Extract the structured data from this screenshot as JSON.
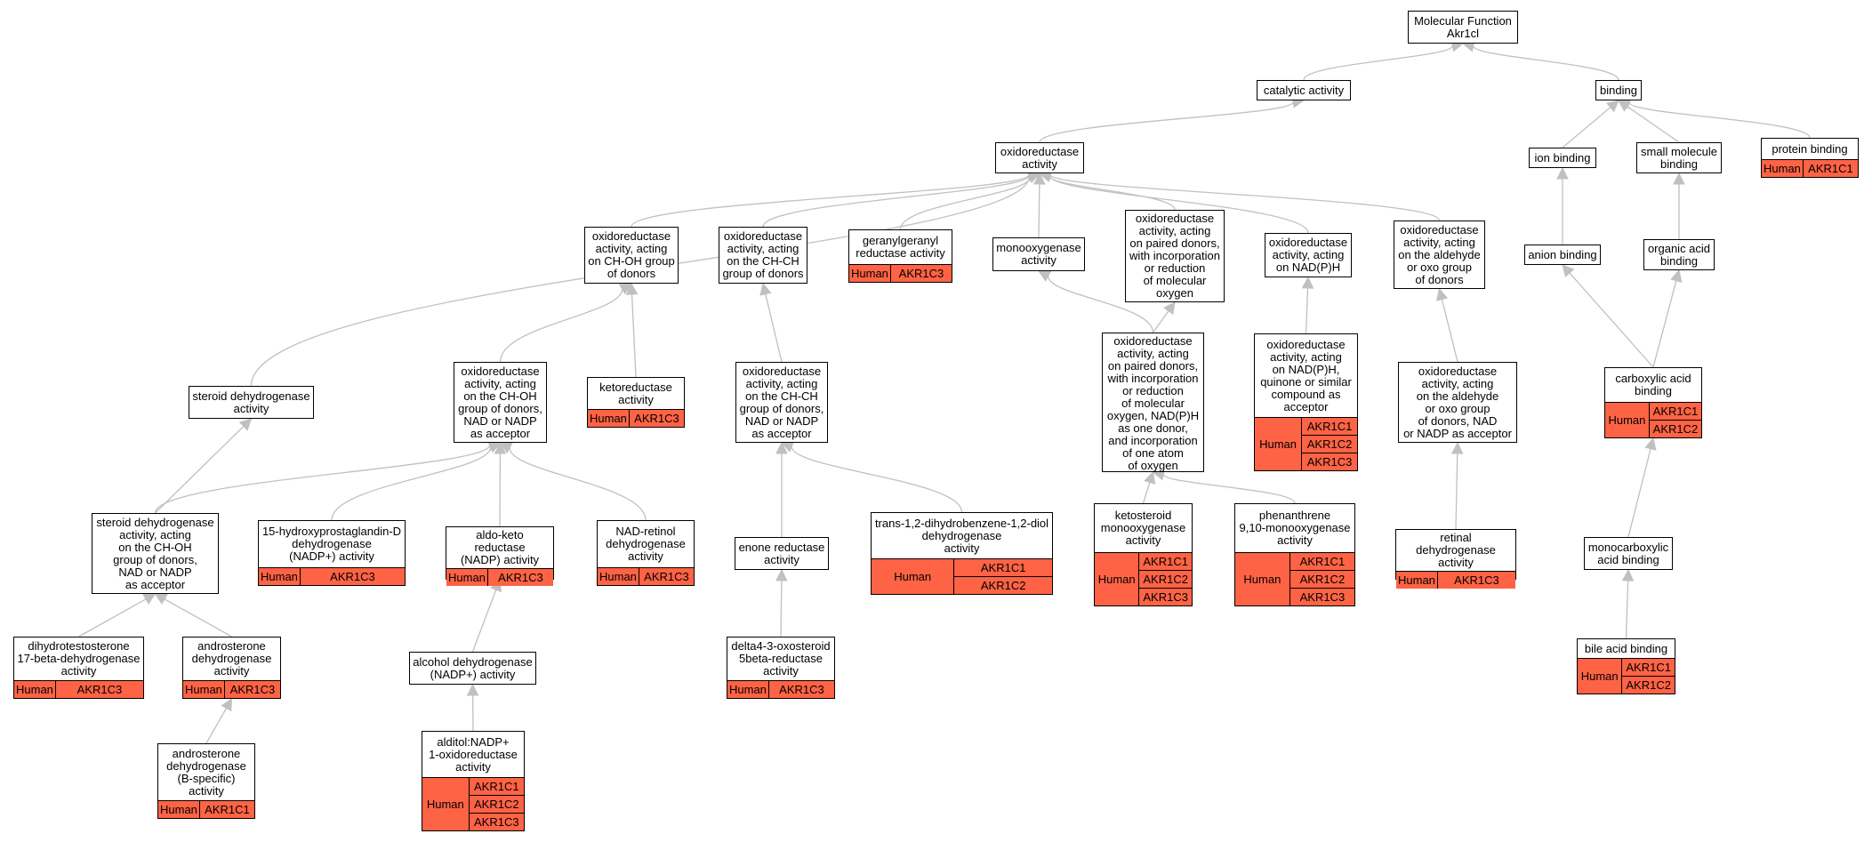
{
  "diagram": {
    "annotation_color": "#fe6345",
    "edge_color": "#c0c0c0",
    "nodes": [
      {
        "id": "mf",
        "label": "Molecular Function\nAkr1cl"
      },
      {
        "id": "cat",
        "label": "catalytic activity"
      },
      {
        "id": "bind",
        "label": "binding"
      },
      {
        "id": "oxr",
        "label": "oxidoreductase\nactivity"
      },
      {
        "id": "ion",
        "label": "ion binding"
      },
      {
        "id": "smb",
        "label": "small molecule\nbinding"
      },
      {
        "id": "prot",
        "label": "protein binding",
        "species": "Human",
        "genes": [
          "AKR1C1"
        ]
      },
      {
        "id": "chohd",
        "label": "oxidoreductase\nactivity, acting\non CH-OH group\nof donors"
      },
      {
        "id": "chchd",
        "label": "oxidoreductase\nactivity, acting\non the CH-CH\ngroup of donors"
      },
      {
        "id": "ggr",
        "label": "geranylgeranyl\nreductase activity",
        "species": "Human",
        "genes": [
          "AKR1C3"
        ]
      },
      {
        "id": "mono",
        "label": "monooxygenase\nactivity"
      },
      {
        "id": "paired",
        "label": "oxidoreductase\nactivity, acting\non paired donors,\nwith incorporation\nor reduction\nof molecular\noxygen"
      },
      {
        "id": "nadph",
        "label": "oxidoreductase\nactivity, acting\non NAD(P)H"
      },
      {
        "id": "ald",
        "label": "oxidoreductase\nactivity, acting\non the aldehyde\nor oxo group\nof donors"
      },
      {
        "id": "anion",
        "label": "anion binding"
      },
      {
        "id": "org",
        "label": "organic acid\nbinding"
      },
      {
        "id": "sdh",
        "label": "steroid dehydrogenase\nactivity"
      },
      {
        "id": "chohnad",
        "label": "oxidoreductase\nactivity, acting\non the CH-OH\ngroup of donors,\nNAD or NADP\nas acceptor"
      },
      {
        "id": "keto",
        "label": "ketoreductase\nactivity",
        "species": "Human",
        "genes": [
          "AKR1C3"
        ]
      },
      {
        "id": "chchnad",
        "label": "oxidoreductase\nactivity, acting\non the CH-CH\ngroup of donors,\nNAD or NADP\nas acceptor"
      },
      {
        "id": "pairednad",
        "label": "oxidoreductase\nactivity, acting\non paired donors,\nwith incorporation\nor reduction\nof molecular\noxygen, NAD(P)H\nas one donor,\nand incorporation\nof one atom\nof oxygen"
      },
      {
        "id": "quin",
        "label": "oxidoreductase\nactivity, acting\non NAD(P)H,\nquinone or similar\ncompound as\nacceptor",
        "species": "Human",
        "genes": [
          "AKR1C1",
          "AKR1C2",
          "AKR1C3"
        ]
      },
      {
        "id": "aldnad",
        "label": "oxidoreductase\nactivity, acting\non the aldehyde\nor oxo group\nof donors, NAD\nor NADP as acceptor"
      },
      {
        "id": "carbox",
        "label": "carboxylic acid\nbinding",
        "species": "Human",
        "genes": [
          "AKR1C1",
          "AKR1C2"
        ]
      },
      {
        "id": "sdhnad",
        "label": "steroid dehydrogenase\nactivity, acting\non the CH-OH\ngroup of donors,\nNAD or NADP\nas acceptor"
      },
      {
        "id": "pgd",
        "label": "15-hydroxyprostaglandin-D\ndehydrogenase\n(NADP+) activity",
        "species": "Human",
        "genes": [
          "AKR1C3"
        ]
      },
      {
        "id": "akr",
        "label": "aldo-keto reductase\n(NADP) activity",
        "species": "Human",
        "genes": [
          "AKR1C3"
        ]
      },
      {
        "id": "nadret",
        "label": "NAD-retinol\ndehydrogenase\nactivity",
        "species": "Human",
        "genes": [
          "AKR1C3"
        ]
      },
      {
        "id": "enone",
        "label": "enone reductase\nactivity"
      },
      {
        "id": "trans",
        "label": "trans-1,2-dihydrobenzene-1,2-diol\ndehydrogenase\nactivity",
        "species": "Human",
        "genes": [
          "AKR1C1",
          "AKR1C2"
        ]
      },
      {
        "id": "ksmo",
        "label": "ketosteroid\nmonooxygenase\nactivity",
        "species": "Human",
        "genes": [
          "AKR1C1",
          "AKR1C2",
          "AKR1C3"
        ]
      },
      {
        "id": "phen",
        "label": "phenanthrene\n9,10-monooxygenase\nactivity",
        "species": "Human",
        "genes": [
          "AKR1C1",
          "AKR1C2",
          "AKR1C3"
        ]
      },
      {
        "id": "retdh",
        "label": "retinal dehydrogenase\nactivity",
        "species": "Human",
        "genes": [
          "AKR1C3"
        ]
      },
      {
        "id": "monocarb",
        "label": "monocarboxylic\nacid binding"
      },
      {
        "id": "dht",
        "label": "dihydrotestosterone\n17-beta-dehydrogenase\nactivity",
        "species": "Human",
        "genes": [
          "AKR1C3"
        ]
      },
      {
        "id": "andro",
        "label": "androsterone\ndehydrogenase\nactivity",
        "species": "Human",
        "genes": [
          "AKR1C3"
        ]
      },
      {
        "id": "adh",
        "label": "alcohol dehydrogenase\n(NADP+) activity"
      },
      {
        "id": "delta",
        "label": "delta4-3-oxosteroid\n5beta-reductase\nactivity",
        "species": "Human",
        "genes": [
          "AKR1C3"
        ]
      },
      {
        "id": "bile",
        "label": "bile acid binding",
        "species": "Human",
        "genes": [
          "AKR1C1",
          "AKR1C2"
        ]
      },
      {
        "id": "androb",
        "label": "androsterone\ndehydrogenase\n(B-specific)\nactivity",
        "species": "Human",
        "genes": [
          "AKR1C1"
        ]
      },
      {
        "id": "alditol",
        "label": "alditol:NADP+\n1-oxidoreductase\nactivity",
        "species": "Human",
        "genes": [
          "AKR1C1",
          "AKR1C2",
          "AKR1C3"
        ]
      }
    ],
    "edges": [
      [
        "cat",
        "mf"
      ],
      [
        "bind",
        "mf"
      ],
      [
        "oxr",
        "cat"
      ],
      [
        "ion",
        "bind"
      ],
      [
        "smb",
        "bind"
      ],
      [
        "prot",
        "bind"
      ],
      [
        "chohd",
        "oxr"
      ],
      [
        "chchd",
        "oxr"
      ],
      [
        "ggr",
        "oxr"
      ],
      [
        "mono",
        "oxr"
      ],
      [
        "paired",
        "oxr"
      ],
      [
        "nadph",
        "oxr"
      ],
      [
        "ald",
        "oxr"
      ],
      [
        "sdh",
        "oxr"
      ],
      [
        "anion",
        "ion"
      ],
      [
        "org",
        "smb"
      ],
      [
        "chohnad",
        "chohd"
      ],
      [
        "keto",
        "chohd"
      ],
      [
        "chchnad",
        "chchd"
      ],
      [
        "pairednad",
        "mono"
      ],
      [
        "pairednad",
        "paired"
      ],
      [
        "quin",
        "nadph"
      ],
      [
        "aldnad",
        "ald"
      ],
      [
        "carbox",
        "anion"
      ],
      [
        "carbox",
        "org"
      ],
      [
        "sdhnad",
        "sdh"
      ],
      [
        "sdhnad",
        "chohnad"
      ],
      [
        "pgd",
        "chohnad"
      ],
      [
        "akr",
        "chohnad"
      ],
      [
        "nadret",
        "chohnad"
      ],
      [
        "enone",
        "chchnad"
      ],
      [
        "trans",
        "chchnad"
      ],
      [
        "ksmo",
        "pairednad"
      ],
      [
        "phen",
        "pairednad"
      ],
      [
        "retdh",
        "aldnad"
      ],
      [
        "monocarb",
        "carbox"
      ],
      [
        "bile",
        "monocarb"
      ],
      [
        "dht",
        "sdhnad"
      ],
      [
        "andro",
        "sdhnad"
      ],
      [
        "adh",
        "akr"
      ],
      [
        "delta",
        "enone"
      ],
      [
        "androb",
        "andro"
      ],
      [
        "alditol",
        "adh"
      ]
    ]
  }
}
